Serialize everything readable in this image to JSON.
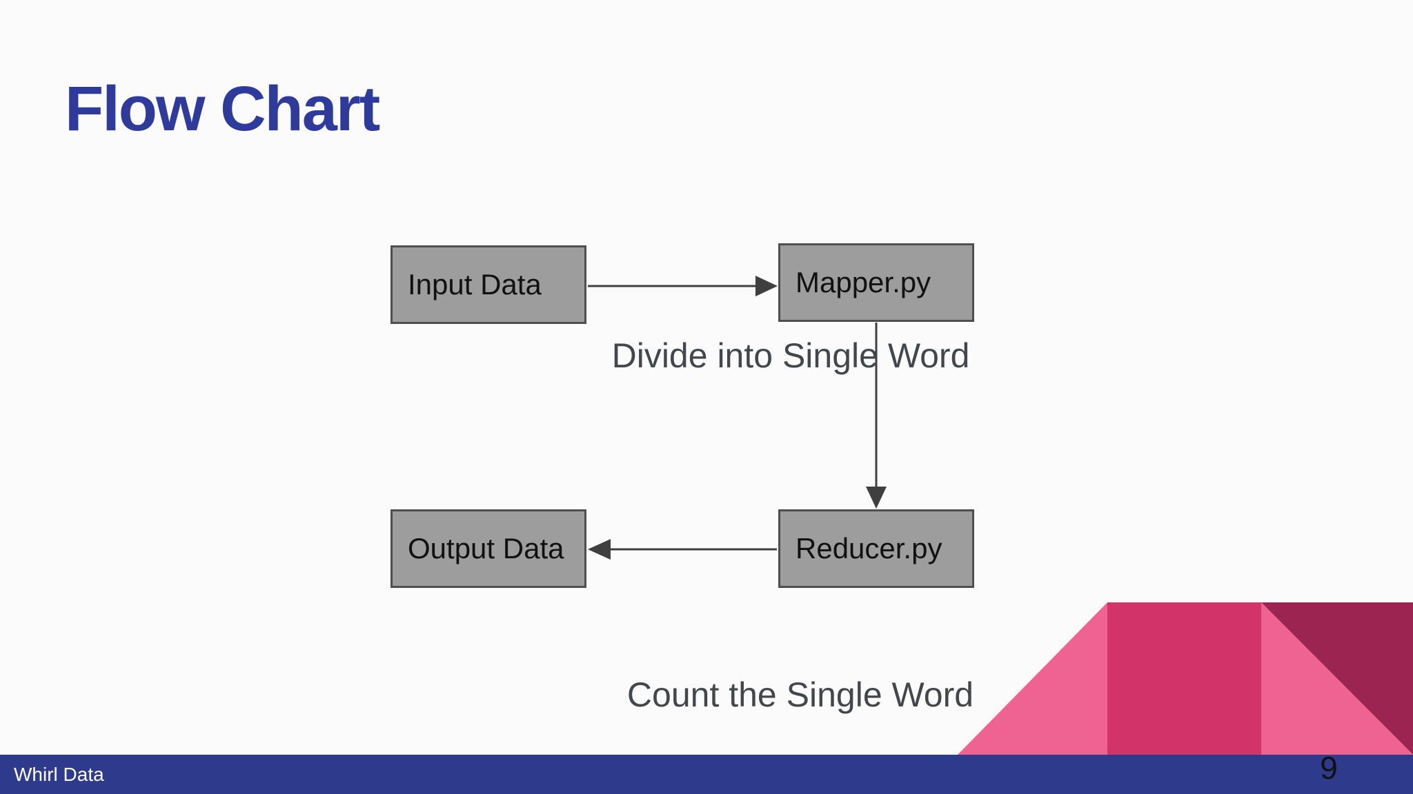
{
  "slide": {
    "title": "Flow Chart",
    "page_number": "9",
    "footer_brand": "Whirl Data"
  },
  "diagram": {
    "nodes": [
      {
        "id": "input-data",
        "label": "Input Data"
      },
      {
        "id": "mapper",
        "label": "Mapper.py"
      },
      {
        "id": "reducer",
        "label": "Reducer.py"
      },
      {
        "id": "output-data",
        "label": "Output Data"
      }
    ],
    "edges": [
      {
        "from": "input-data",
        "to": "mapper",
        "direction": "right"
      },
      {
        "from": "mapper",
        "to": "reducer",
        "direction": "down"
      },
      {
        "from": "reducer",
        "to": "output-data",
        "direction": "left"
      }
    ],
    "annotations": [
      {
        "id": "divide",
        "text": "Divide into Single Word"
      },
      {
        "id": "count",
        "text": "Count the Single Word"
      }
    ]
  },
  "colors": {
    "background": "#fbfbfb",
    "title": "#2f3a9d",
    "node-fill": "#9d9d9d",
    "node-border": "#4e4e4e",
    "node-text": "#111111",
    "annotation-text": "#43474b",
    "arrow": "#3f3f3f",
    "footer-bar": "#2e3a8c",
    "footer-text": "#ffffff",
    "page-number": "#111111",
    "pink-light": "#ef6393",
    "pink-crimson": "#d23368",
    "pink-maroon": "#9c2450"
  }
}
